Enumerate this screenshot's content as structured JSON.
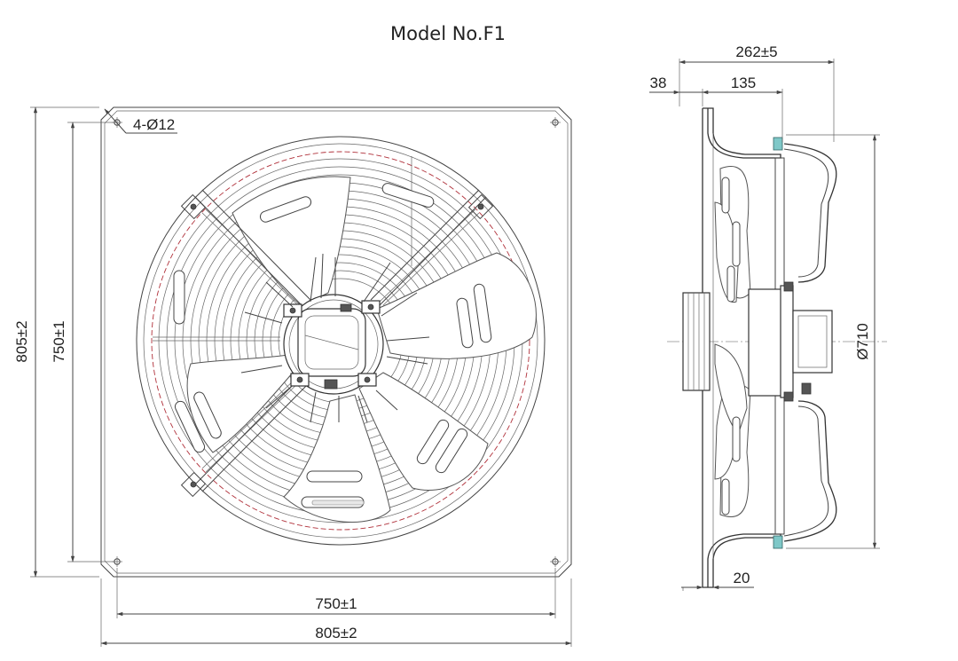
{
  "title": "Model No.F1",
  "front_view": {
    "hole_spec": "4-Ø12",
    "height_outer": "805±2",
    "height_inner": "750±1",
    "width_inner": "750±1",
    "width_outer": "805±2"
  },
  "side_view": {
    "depth_total": "262±5",
    "depth_front": "38",
    "depth_motor": "135",
    "plate_offset": "20",
    "diameter": "Ø710"
  },
  "colors": {
    "line": "#444444",
    "hole_circle": "#b0303a",
    "bolt_teal": "#7fc8c8"
  }
}
